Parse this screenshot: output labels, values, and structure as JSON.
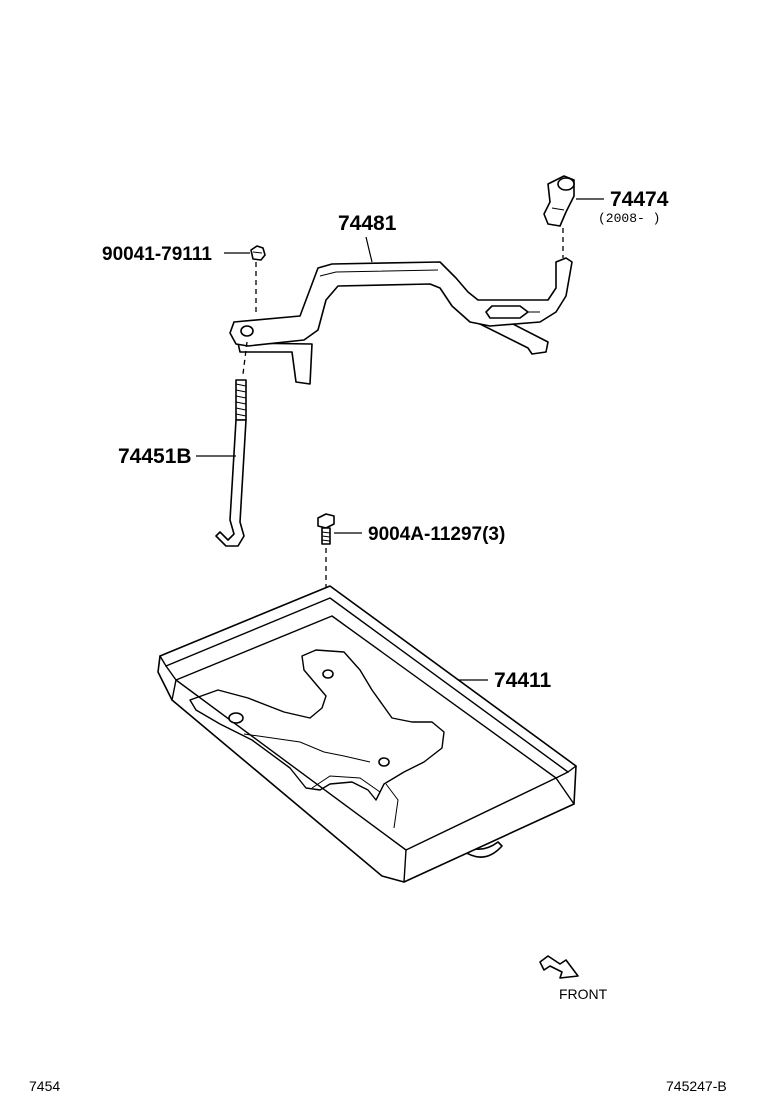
{
  "parts": {
    "nut": "90041-79111",
    "clamp": "74481",
    "cover": "74474",
    "cover_note": "(2008-      )",
    "rod": "74451B",
    "bolt": "9004A-11297(3)",
    "tray": "74411"
  },
  "direction_label": "FRONT",
  "footer": {
    "left_code": "7454",
    "right_code": "745247-B"
  },
  "icons": {
    "direction": "front-arrow-icon"
  }
}
